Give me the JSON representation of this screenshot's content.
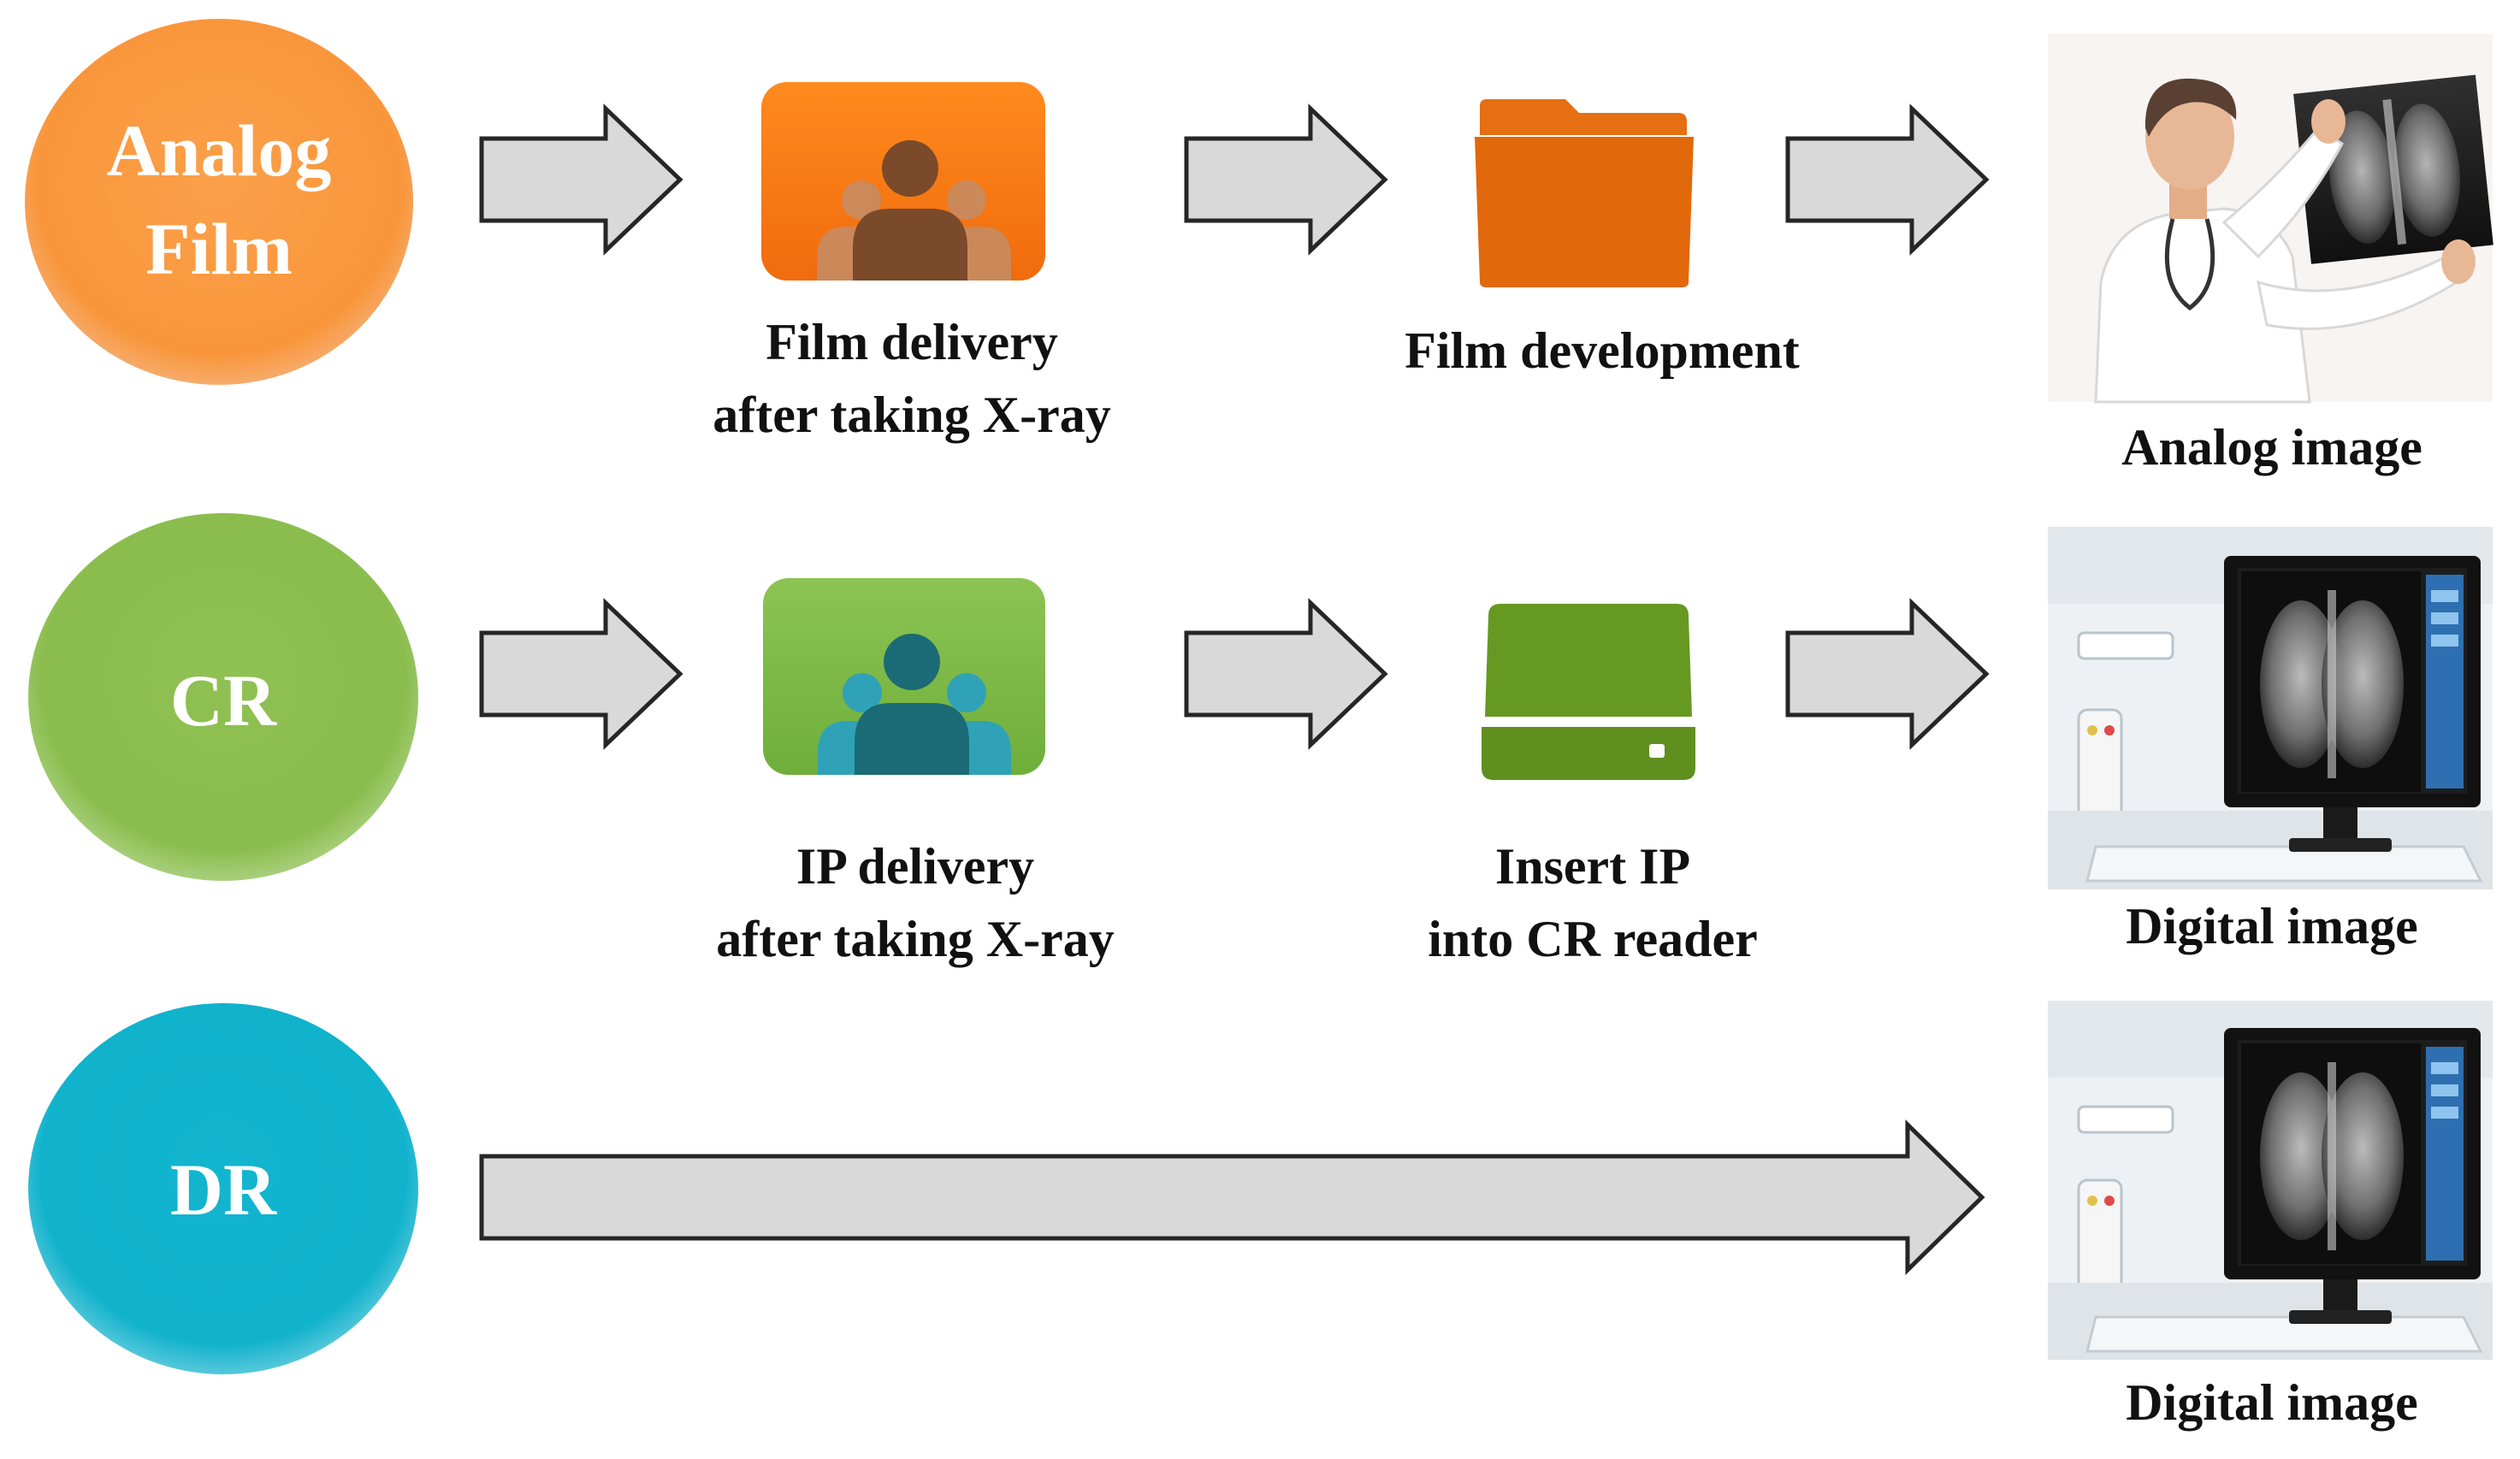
{
  "rows": {
    "analog": {
      "label_line1": "Analog",
      "label_line2": "Film",
      "color": "#f9963b",
      "step1_caption_line1": "Film delivery",
      "step1_caption_line2": "after taking X-ray",
      "step2_caption": "Film development",
      "result_caption": "Analog image",
      "icon_color": "#f07a1a"
    },
    "cr": {
      "label": "CR",
      "color": "#8bbd4e",
      "step1_caption_line1": "IP delivery",
      "step1_caption_line2": "after taking X-ray",
      "step2_caption_line1": "Insert IP",
      "step2_caption_line2": "into CR reader",
      "result_caption": "Digital image",
      "icon_color": "#6a9a26"
    },
    "dr": {
      "label": "DR",
      "color": "#10b2cc",
      "result_caption": "Digital image"
    }
  },
  "icons": {
    "film_delivery": "people-group-icon",
    "film_development": "folder-icon",
    "ip_delivery": "people-group-icon",
    "cr_reader": "cr-reader-drive-icon",
    "analog_result": "doctor-viewing-xray-photo",
    "digital_result": "xray-monitor-workstation-photo"
  }
}
